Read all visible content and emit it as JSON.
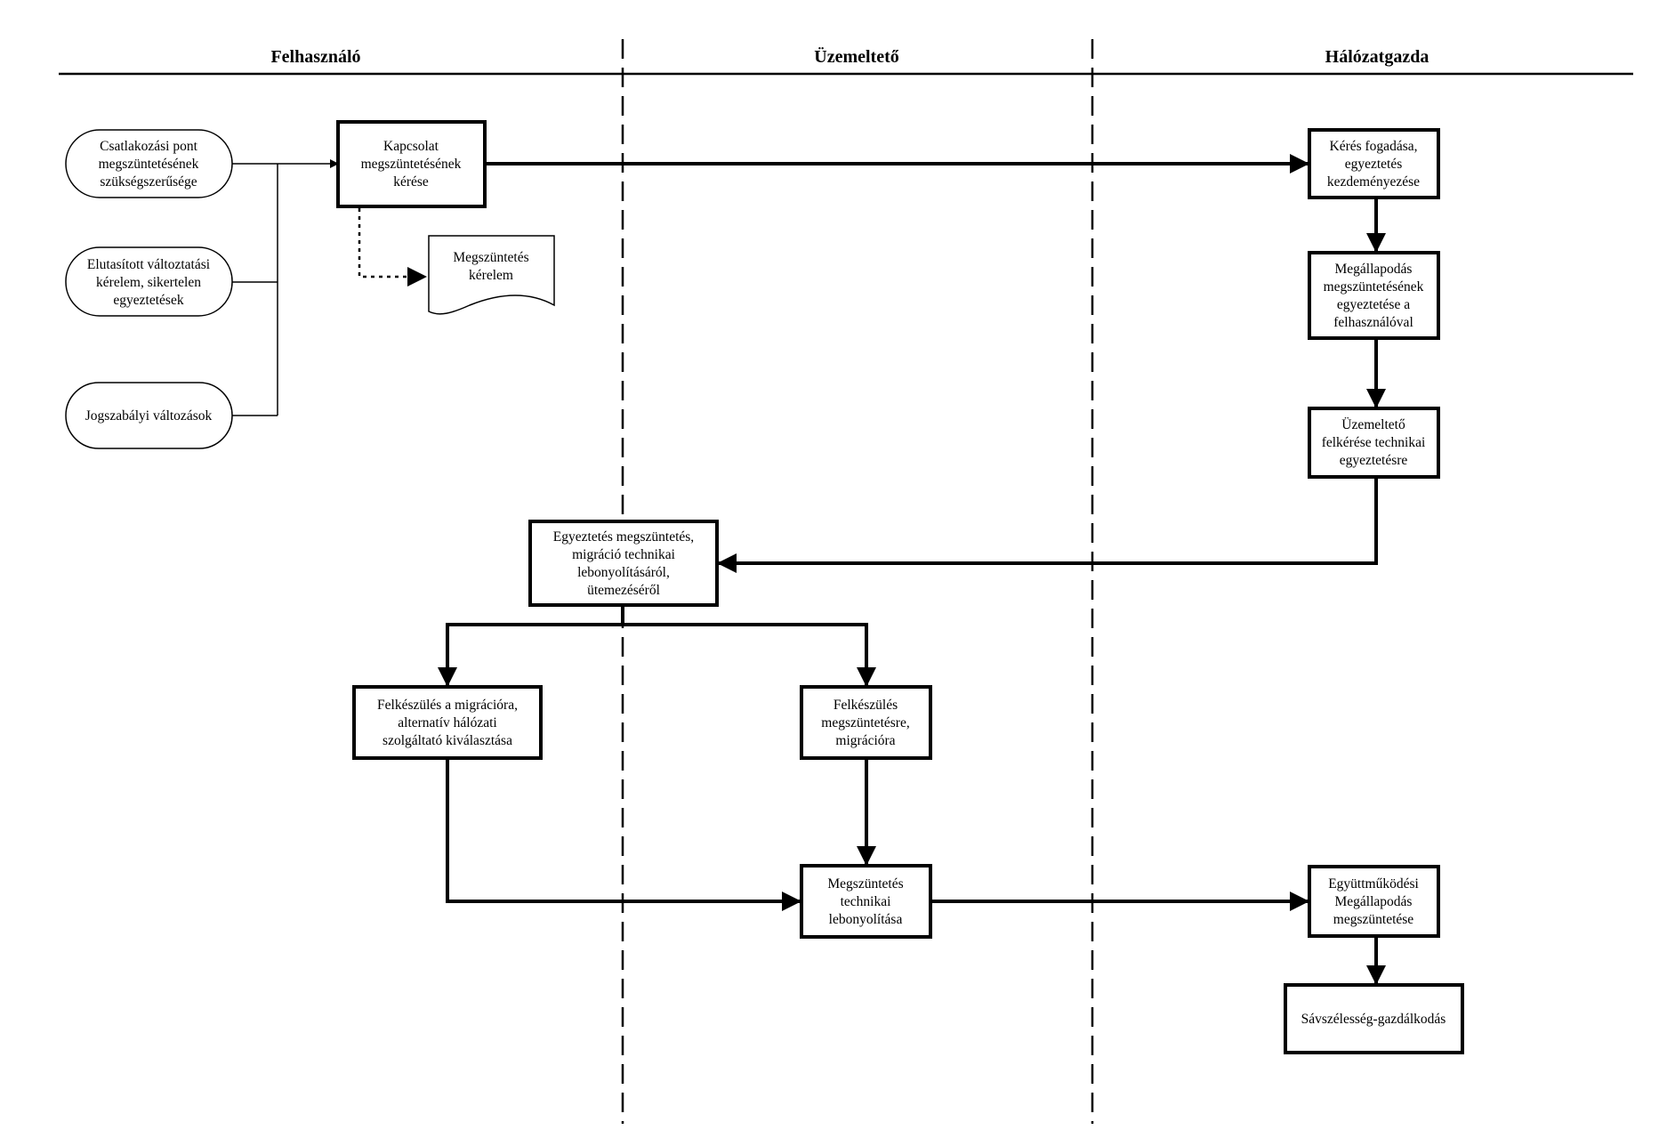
{
  "lanes": [
    {
      "title": "Felhasználó"
    },
    {
      "title": "Üzemeltető"
    },
    {
      "title": "Hálózatgazda"
    }
  ],
  "nodes": {
    "start_1": {
      "lines": [
        "Csatlakozási pont",
        "megszüntetésének",
        "szükségszerűsége"
      ]
    },
    "start_2": {
      "lines": [
        "Elutasított változtatási",
        "kérelem, sikertelen",
        "egyeztetések"
      ]
    },
    "start_3": {
      "lines": [
        "Jogszabályi változások"
      ]
    },
    "request": {
      "lines": [
        "Kapcsolat",
        "megszüntetésének",
        "kérése"
      ]
    },
    "document": {
      "lines": [
        "Megszüntetés",
        "kérelem"
      ]
    },
    "receive": {
      "lines": [
        "Kérés fogadása,",
        "egyeztetés",
        "kezdeményezése"
      ]
    },
    "agreement": {
      "lines": [
        "Megállapodás",
        "megszüntetésének",
        "egyeztetése a",
        "felhasználóval"
      ]
    },
    "operator_req": {
      "lines": [
        "Üzemeltető",
        "felkérése technikai",
        "egyeztetésre"
      ]
    },
    "coordination": {
      "lines": [
        "Egyeztetés megszüntetés,",
        "migráció technikai",
        "lebonyolításáról,",
        "ütemezéséről"
      ]
    },
    "prep_user": {
      "lines": [
        "Felkészülés a migrációra,",
        "alternatív hálózati",
        "szolgáltató kiválasztása"
      ]
    },
    "prep_op": {
      "lines": [
        "Felkészülés",
        "megszüntetésre,",
        "migrációra"
      ]
    },
    "tech": {
      "lines": [
        "Megszüntetés",
        "technikai",
        "lebonyolítása"
      ]
    },
    "coop_end": {
      "lines": [
        "Együttműködési",
        "Megállapodás",
        "megszüntetése"
      ]
    },
    "bandwidth": {
      "lines": [
        "Sávszélesség-gazdálkodás"
      ]
    }
  },
  "colors": {
    "stroke": "#000000",
    "fill": "#ffffff",
    "text": "#000000"
  }
}
